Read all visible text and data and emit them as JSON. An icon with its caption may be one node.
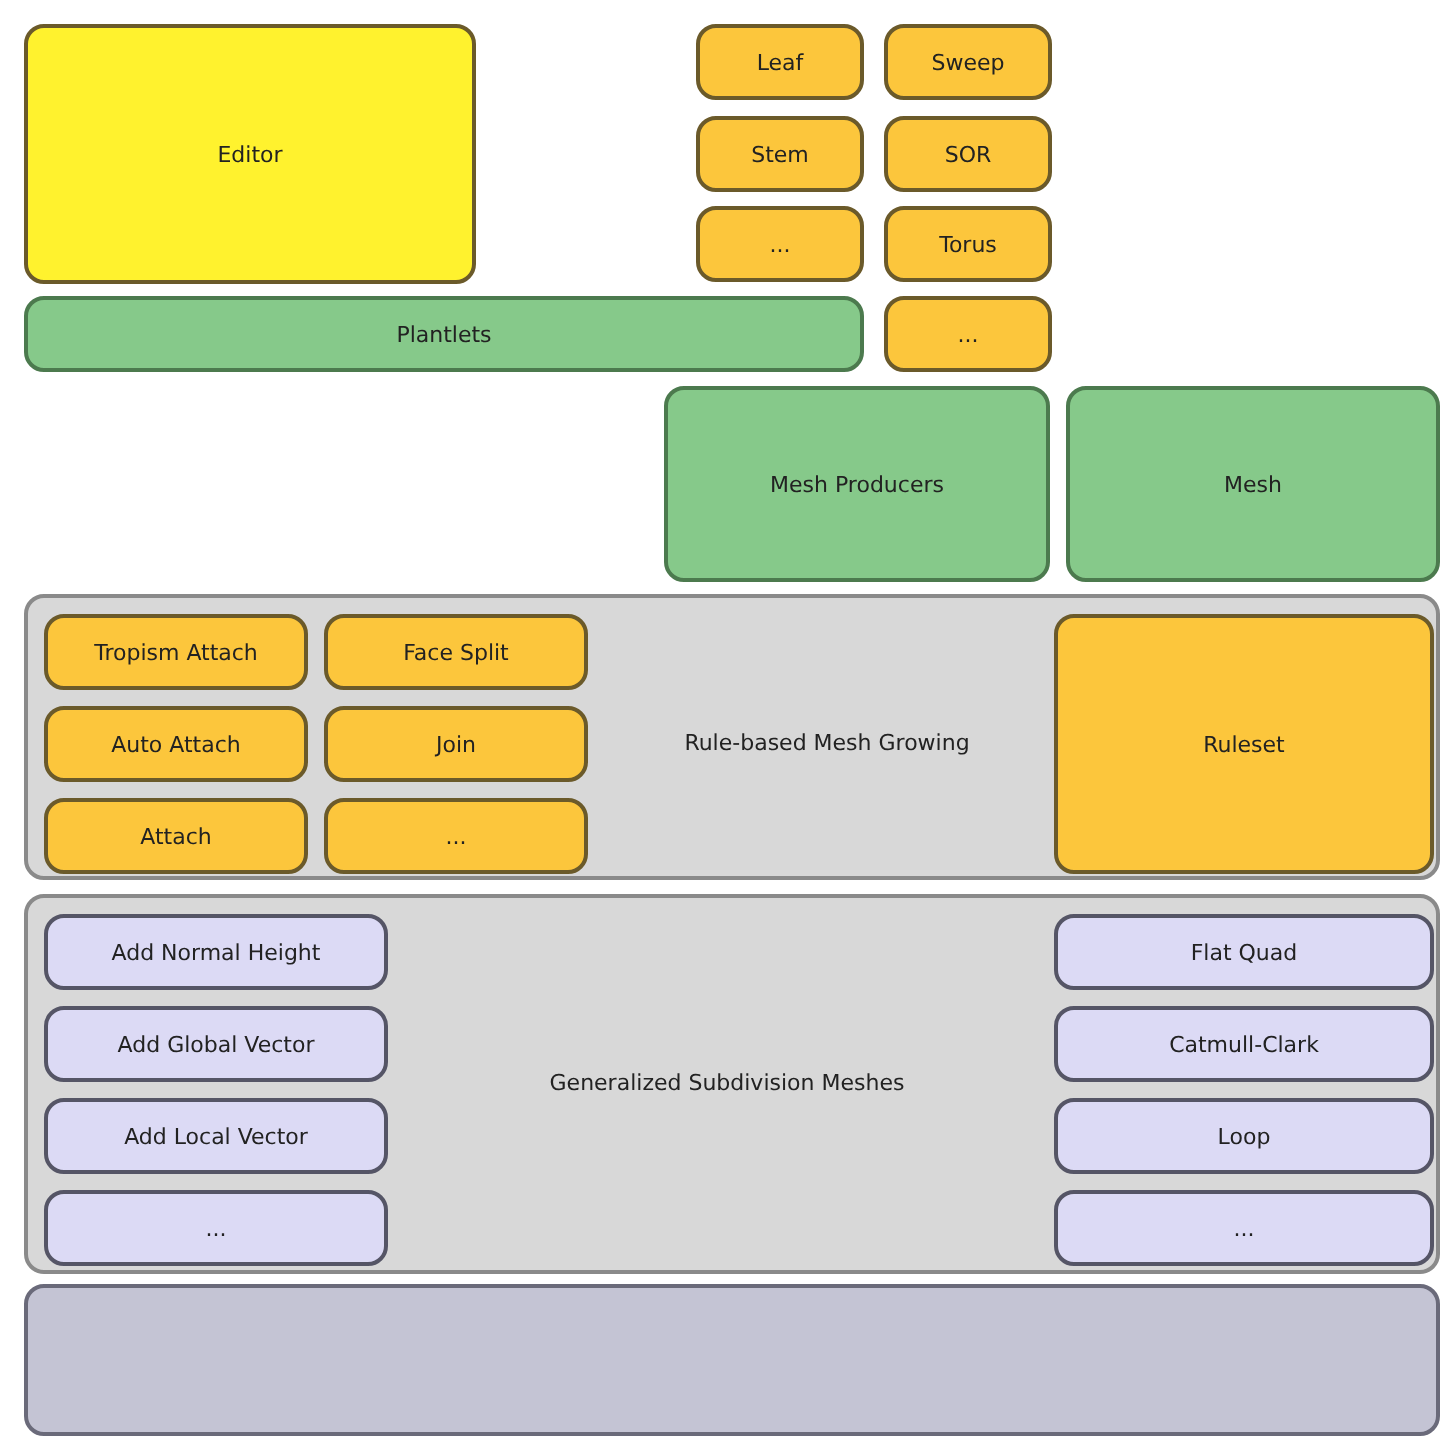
{
  "diagram": {
    "nodes": [
      {
        "text": [
          "Editor"
        ]
      },
      {
        "text": [
          "Leaf"
        ]
      },
      {
        "text": [
          "Sweep"
        ]
      },
      {
        "text": [
          "Stem"
        ]
      },
      {
        "text": [
          "SOR"
        ]
      },
      {
        "text": [
          "..."
        ]
      },
      {
        "text": [
          "Torus"
        ]
      },
      {
        "text": [
          "Plantlets"
        ]
      },
      {
        "text": [
          "..."
        ]
      },
      {
        "text": [
          "Mesh Producers"
        ]
      },
      {
        "text": [
          "Mesh"
        ]
      },
      {
        "text": [
          "Rule-based Mesh Growing"
        ]
      },
      {
        "text": [
          "Tropism Attach"
        ],
        "in": 11
      },
      {
        "text": [
          "Face Split"
        ],
        "in": 11
      },
      {
        "text": [
          "Auto Attach"
        ],
        "in": 11
      },
      {
        "text": [
          "Join"
        ],
        "in": 11
      },
      {
        "text": [
          "Attach"
        ],
        "in": 11
      },
      {
        "text": [
          "..."
        ],
        "in": 11
      },
      {
        "text": [
          "Ruleset"
        ],
        "in": 11
      },
      {
        "text": [
          "Generalized Subdivision Meshes"
        ]
      },
      {
        "text": [
          "Add Normal Height"
        ],
        "in": 19
      },
      {
        "text": [
          "Flat Quad"
        ],
        "in": 19
      },
      {
        "text": [
          "Add Global Vector"
        ],
        "in": 19
      },
      {
        "text": [
          "Catmull-Clark"
        ],
        "in": 19
      },
      {
        "text": [
          "Add Local Vector"
        ],
        "in": 19
      },
      {
        "text": [
          "Loop"
        ],
        "in": 19
      },
      {
        "text": [
          "..."
        ],
        "in": 19
      },
      {
        "text": [
          "..."
        ],
        "in": 19
      },
      {
        "text": [],
        "shape": "bar"
      }
    ],
    "edges": []
  }
}
